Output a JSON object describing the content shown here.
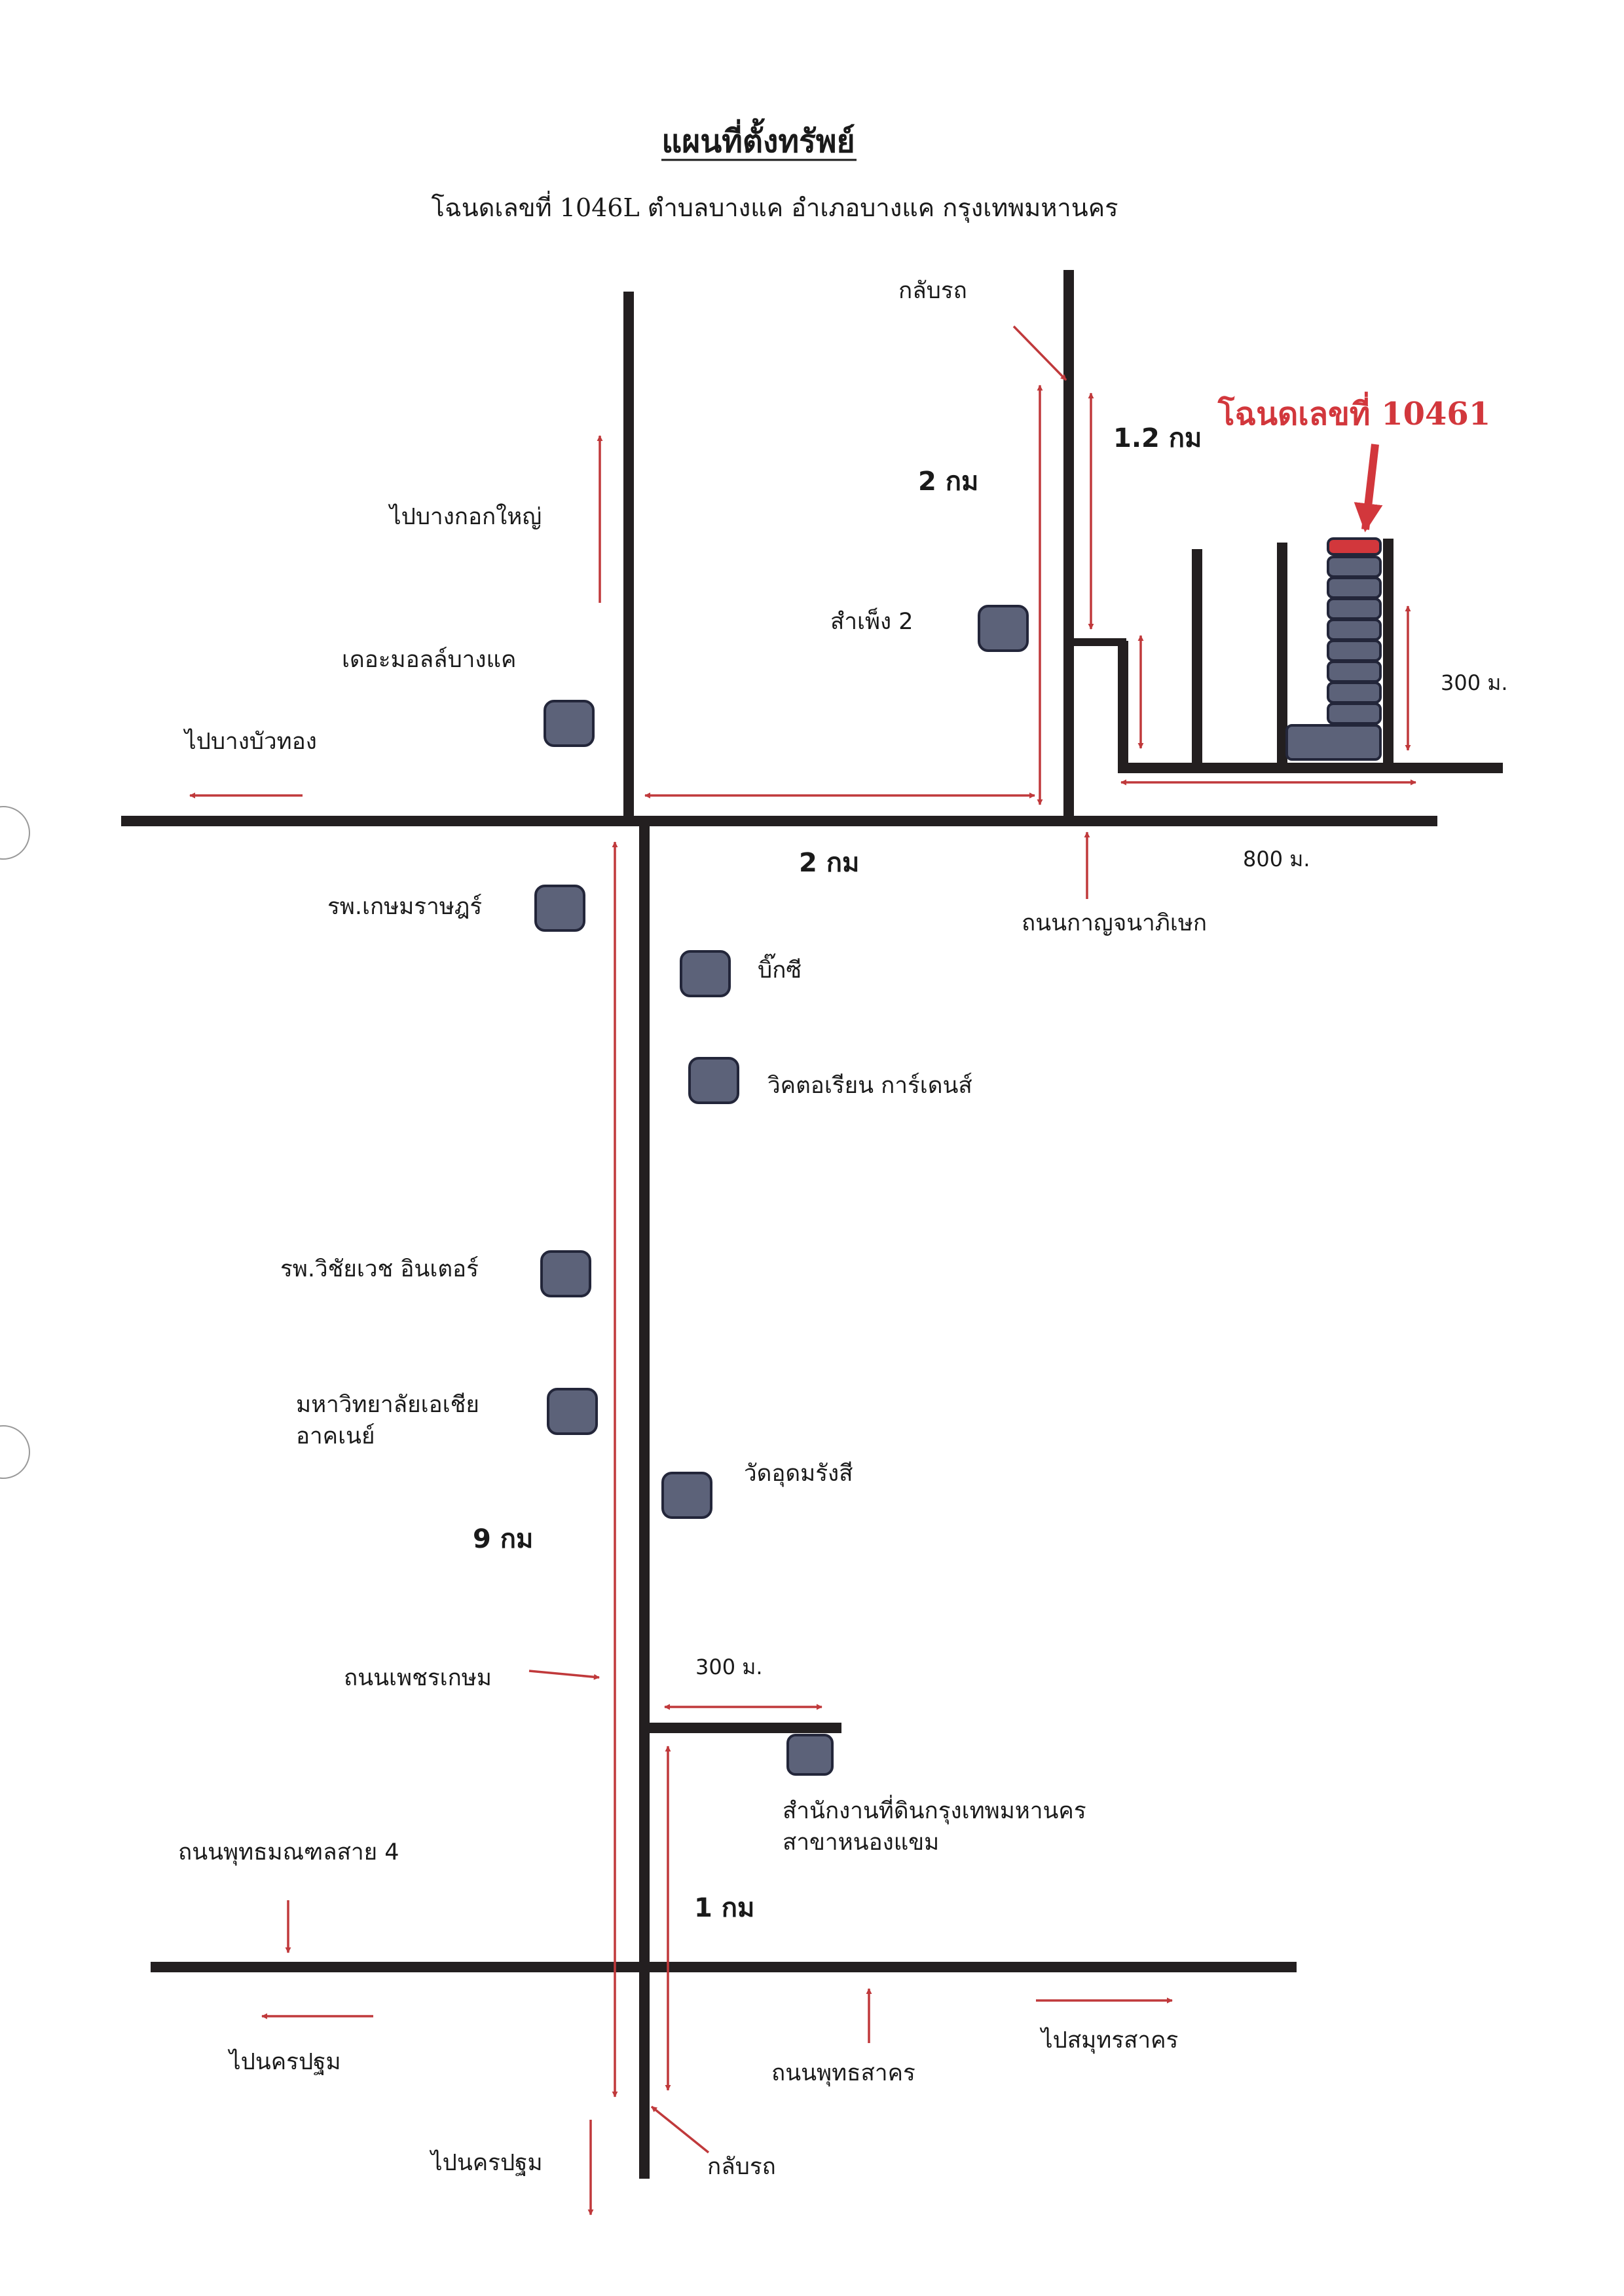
{
  "title": "แผนที่ตั้งทรัพย์",
  "subtitle": "โฉนดเลขที่ 1046L ตำบลบางแค อำเภอบางแค กรุงเทพมหานคร",
  "target_label": "โฉนดเลขที่ 10461",
  "colors": {
    "road": "#231f20",
    "arrow": "#c0393b",
    "landmark_fill": "#5c6279",
    "landmark_stroke": "#23263a",
    "target_accent": "#d2373c"
  },
  "labels": {
    "u_turn_top": "กลับรถ",
    "u_turn_bottom": "กลับรถ",
    "to_bang_kok_yai": "ไปบางกอกใหญ่",
    "to_bang_bua_thong": "ไปบางบัวทอง",
    "to_nakhon_pathom_left": "ไปนครปฐม",
    "to_nakhon_pathom_down": "ไปนครปฐม",
    "to_samut_sakhon": "ไปสมุทรสาคร",
    "kanchanaphisek_road": "ถนนกาญจนาภิเษก",
    "phetkasem_road": "ถนนเพชรเกษม",
    "phutthamonthon_road": "ถนนพุทธมณฑลสาย 4",
    "phutthasakhon_road": "ถนนพุทธสาคร"
  },
  "distances": {
    "d_1_2km": "1.2 กม",
    "d_2km_vertical": "2 กม",
    "d_2km_horizontal": "2 กม",
    "d_300m_right": "300 ม.",
    "d_800m": "800 ม.",
    "d_9km": "9 กม",
    "d_300m_bottom": "300 ม.",
    "d_1km": "1 กม"
  },
  "landmarks": [
    {
      "id": "sampeng2",
      "label": "สำเพ็ง 2"
    },
    {
      "id": "the_mall",
      "label": "เดอะมอลล์บางแค"
    },
    {
      "id": "kasemrad",
      "label": "รพ.เกษมราษฎร์"
    },
    {
      "id": "bigc",
      "label": "บิ๊กซี"
    },
    {
      "id": "victorian",
      "label": "วิคตอเรียน การ์เดนส์"
    },
    {
      "id": "vichaivej",
      "label": "รพ.วิชัยเวช อินเตอร์"
    },
    {
      "id": "asian_univ",
      "label": "มหาวิทยาลัยเอเชีย\nอาคเนย์"
    },
    {
      "id": "wat_udom",
      "label": "วัดอุดมรังสี"
    },
    {
      "id": "land_office",
      "label": "สำนักงานที่ดินกรุงเทพมหานคร\nสาขาหนองแขม"
    }
  ]
}
